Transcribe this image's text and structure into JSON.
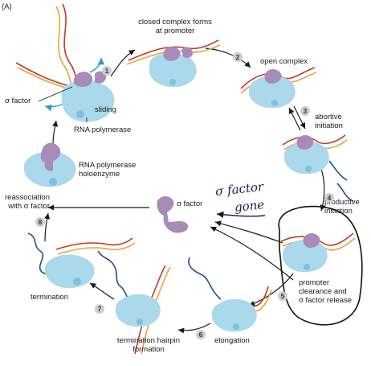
{
  "panel_label": "(A)",
  "labels": {
    "closed_complex": "closed complex forms\nat promoter",
    "open_complex": "open complex",
    "abortive": "abortive\ninitiation",
    "productive": "productive\ninitiation",
    "clearance": "promoter\nclearance and\nσ factor release",
    "elongation": "elongation",
    "hairpin": "termination hairpin\nformation",
    "termination": "termination",
    "reassociation": "reassociation\nwith σ factor",
    "holoenzyme": "RNA polymerase\nholoenzyme",
    "sigma_free": "σ factor",
    "sigma_left": "σ factor",
    "sliding": "sliding",
    "rna_pol": "RNA polymerase"
  },
  "steps": [
    "1",
    "2",
    "3",
    "4",
    "5",
    "6",
    "7",
    "8"
  ],
  "handwriting": {
    "line1": "σ factor",
    "line2": "gone"
  },
  "colors": {
    "polymerase": "#a9d9ea",
    "sigma": "#a98bb8",
    "dna_red": "#c0392b",
    "dna_orange": "#e8a33c",
    "rna": "#1f4e8c",
    "annotation": "#1d1f5e"
  }
}
